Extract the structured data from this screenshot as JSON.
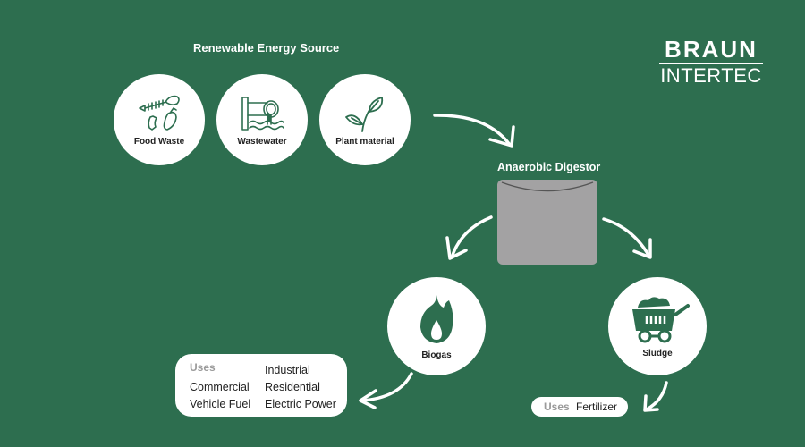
{
  "brand": {
    "line1": "BRAUN",
    "line2": "INTERTEC"
  },
  "sources": {
    "title": "Renewable Energy Source",
    "items": [
      {
        "label": "Food Waste",
        "icon": "food-waste-icon"
      },
      {
        "label": "Wastewater",
        "icon": "wastewater-icon"
      },
      {
        "label": "Plant material",
        "icon": "plant-icon"
      }
    ]
  },
  "digester": {
    "title": "Anaerobic Digestor"
  },
  "outputs": {
    "biogas": {
      "label": "Biogas",
      "icon": "flame-icon"
    },
    "sludge": {
      "label": "Sludge",
      "icon": "cart-icon"
    }
  },
  "biogas_uses": {
    "label": "Uses",
    "items": [
      "Commercial",
      "Vehicle Fuel",
      "Industrial",
      "Residential",
      "Electric Power"
    ]
  },
  "sludge_uses": {
    "label": "Uses",
    "items": [
      "Fertilizer"
    ]
  },
  "colors": {
    "background": "#2d6e4f",
    "digester": "#a3a2a3",
    "icon": "#2d6e4f"
  }
}
